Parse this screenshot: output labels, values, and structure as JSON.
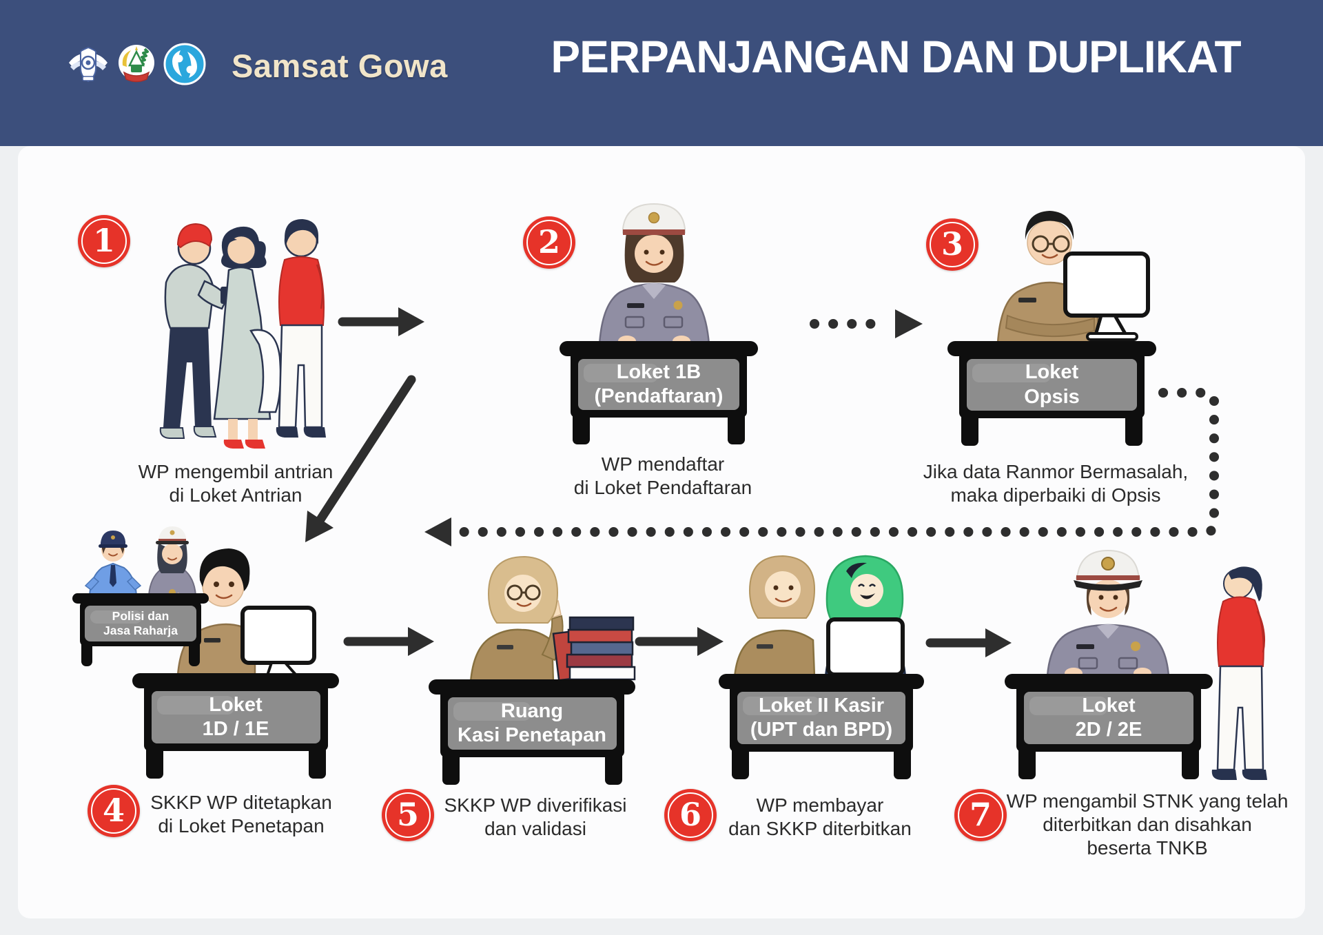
{
  "header": {
    "brand": "Samsat Gowa",
    "title": "PERPANJANGAN DAN DUPLIKAT",
    "bar_color": "#3C4F7C",
    "brand_color": "#F1E5C9",
    "title_color": "#FFFFFF",
    "logos": [
      {
        "name": "police-traffic-logo"
      },
      {
        "name": "south-sulawesi-crest-logo"
      },
      {
        "name": "jasa-raharja-logo"
      }
    ]
  },
  "accent": {
    "badge_red": "#E63329",
    "desk_black": "#0E0E0E",
    "desk_panel_gray": "#8D8D8D",
    "arrow_dark": "#2E2E2E",
    "caption_text": "#2B2B2B"
  },
  "steps": [
    {
      "num": "1",
      "caption1": "WP mengembil antrian",
      "caption2": "di Loket Antrian"
    },
    {
      "num": "2",
      "desk1": "Loket 1B",
      "desk2": "(Pendaftaran)",
      "caption1": "WP mendaftar",
      "caption2": "di Loket Pendaftaran"
    },
    {
      "num": "3",
      "desk1": "Loket",
      "desk2": "Opsis",
      "caption1": "Jika data Ranmor Bermasalah,",
      "caption2": "maka diperbaiki di Opsis"
    },
    {
      "num": "4",
      "aux_desk1": "Polisi dan",
      "aux_desk2": "Jasa Raharja",
      "desk1": "Loket",
      "desk2": "1D / 1E",
      "caption1": "SKKP WP ditetapkan",
      "caption2": "di Loket Penetapan"
    },
    {
      "num": "5",
      "desk1": "Ruang",
      "desk2": "Kasi Penetapan",
      "caption1": "SKKP WP diverifikasi",
      "caption2": "dan validasi"
    },
    {
      "num": "6",
      "desk1": "Loket II Kasir",
      "desk2": "(UPT dan BPD)",
      "caption1": "WP membayar",
      "caption2": "dan SKKP diterbitkan"
    },
    {
      "num": "7",
      "desk1": "Loket",
      "desk2": "2D / 2E",
      "caption1": "WP mengambil STNK yang telah",
      "caption2": "diterbitkan dan disahkan",
      "caption3": "beserta TNKB"
    }
  ]
}
